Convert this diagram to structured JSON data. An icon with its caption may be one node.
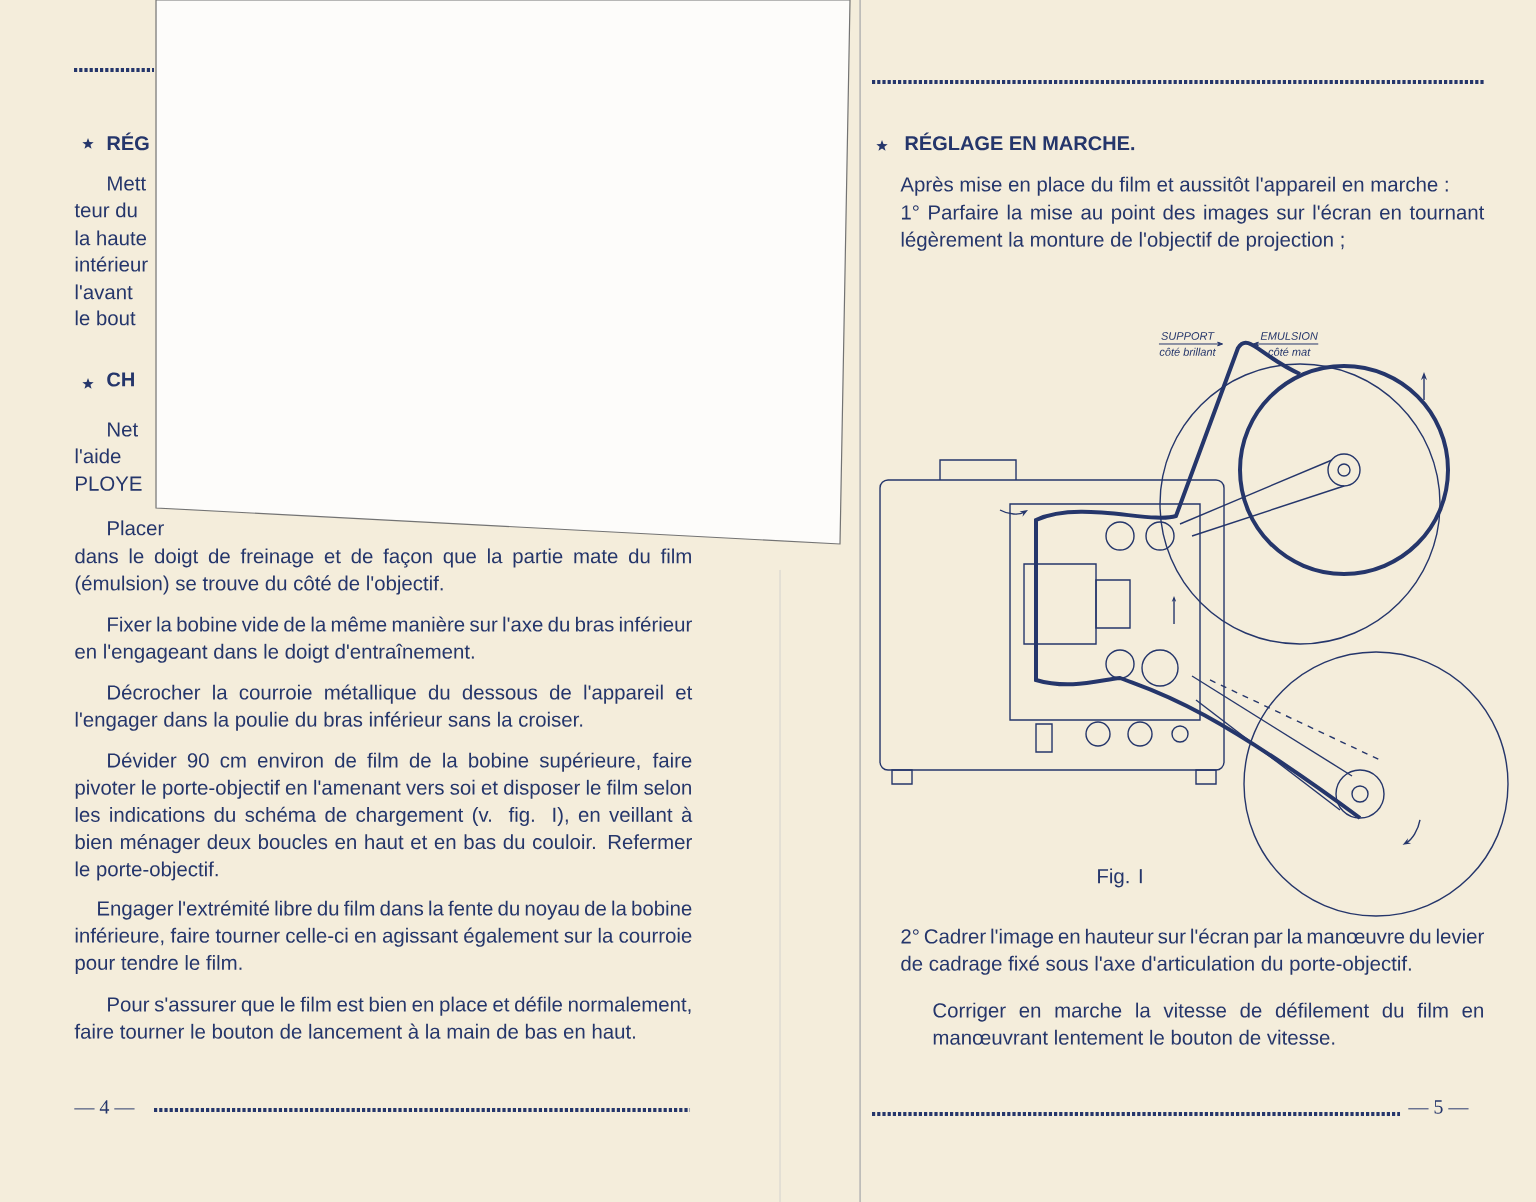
{
  "diagram": {
    "nodes": [
      {
        "text": [
          "SUPPORT",
          "côté brillant"
        ]
      },
      {
        "text": [
          "EMULSION",
          "côté mat"
        ]
      }
    ],
    "edges": [
      {
        "from": 0,
        "to": null,
        "arrow": "to"
      },
      {
        "from": 1,
        "to": null,
        "arrow": "to"
      }
    ],
    "labels": [
      "RÉG",
      "Mett",
      "teur du",
      "la haute",
      "intérieur",
      "l'avant",
      "le bout",
      "CH",
      "Net",
      "l'aide",
      "PLOYE",
      "Placer",
      "dans le doigt de freinage et de façon que la partie mate du film (émulsion) se trouve du côté de l'objectif.",
      "Fixer la bobine vide de la même manière sur l'axe du bras inférieur en l'engageant dans le doigt d'entraînement.",
      "Décrocher la courroie métallique du dessous de l'appareil et l'engager dans la poulie du bras inférieur sans la croiser.",
      "Dévider 90 cm environ de film de la bobine supérieure, faire pivoter le porte-objectif en l'amenant vers soi et disposer le film selon les indications du schéma de chargement (v. fig. I), en veillant à bien ménager deux boucles en haut et en bas du couloir. Refermer le porte-objectif.",
      "Engager l'extrémité libre du film dans la fente du noyau de la bobine inférieure, faire tourner celle-ci en agissant également sur la courroie pour tendre le film.",
      "Pour s'assurer que le film est bien en place et défile normalement, faire tourner le bouton de lancement à la main de bas en haut.",
      "— 4 —",
      "RÉGLAGE EN MARCHE.",
      "Après mise en place du film et aussitôt l'appareil en marche :",
      "1° Parfaire la mise au point des images sur l'écran en tournant légèrement la monture de l'objectif de projection ;",
      "Fig. I",
      "2° Cadrer l'image en hauteur sur l'écran par la manœuvre du levier de cadrage fixé sous l'axe d'articulation du porte-objectif.",
      "Corriger en marche la vitesse de défilement du film en manœuvrant lentement le bouton de vitesse.",
      "— 5 —"
    ]
  }
}
